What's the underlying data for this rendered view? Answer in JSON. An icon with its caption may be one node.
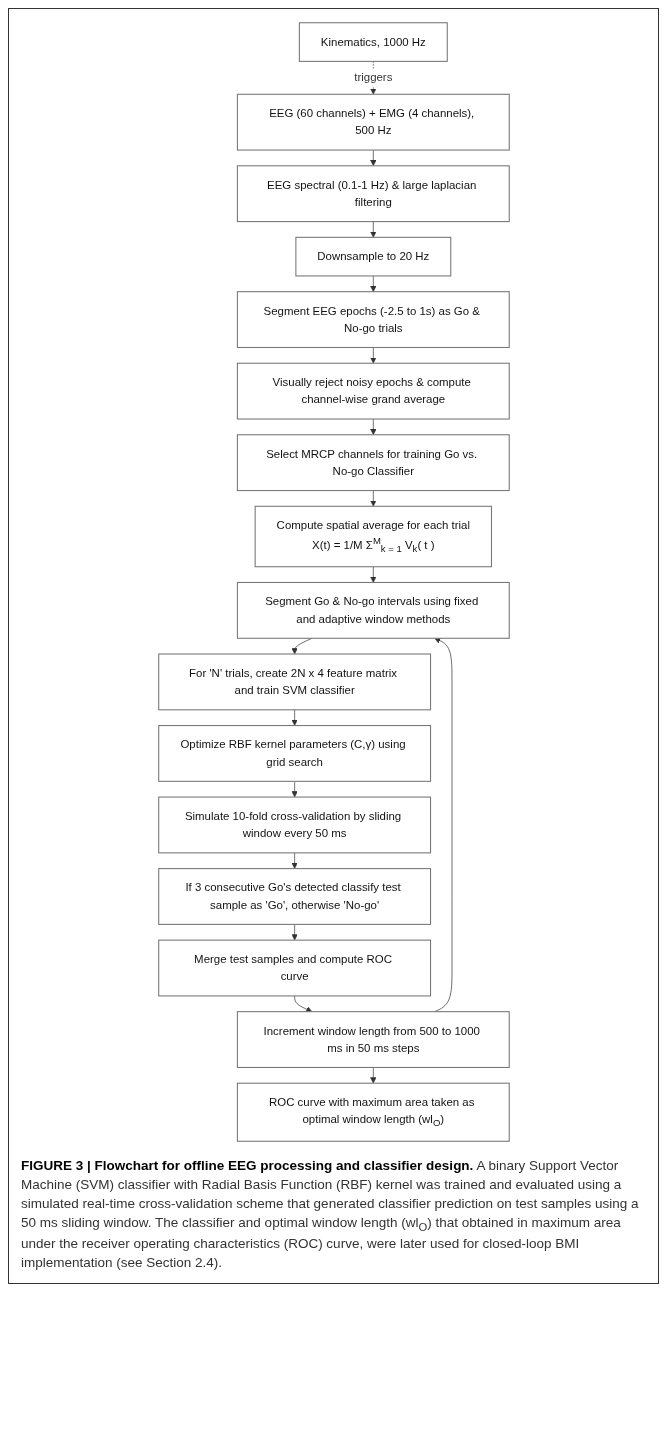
{
  "diagram": {
    "caption": "**FIGURE 3 | Flowchart for offline EEG processing and classifier design.** A binary Support Vector Machine (SVM) classifier with Radial Basis Function (RBF) kernel was trained and evaluated using a simulated real-time cross-validation scheme that generated classifier prediction on test samples using a 50 ms sliding window. The classifier and optimal window length (wl$_{O}$) that obtained in maximum area under the receiver operating characteristics (ROC) curve, were later used for closed-loop BMI implementation (see Section 2.4).",
    "nodes": [
      {
        "text": [
          "EEG (60 channels) + EMG (4 channels), 500 Hz"
        ]
      },
      {
        "text": [
          "Kinematics, 1000 Hz"
        ]
      },
      {
        "text": [
          "EEG spectral (0.1-1 Hz) & large laplacian filtering"
        ]
      },
      {
        "text": [
          "Downsample to 20 Hz"
        ]
      },
      {
        "text": [
          "Segment EEG epochs (-2.5 to 1s) as Go & No-go trials"
        ]
      },
      {
        "text": [
          "Visually reject noisy epochs & compute channel-wise grand average"
        ]
      },
      {
        "text": [
          "Select MRCP channels for training Go vs. No-go Classifier"
        ]
      },
      {
        "text": [
          "Compute spatial average for each trial",
          "X(t) = 1/M Σ$^{M}$$_{k = 1}$ V$_{k}$( t )"
        ]
      },
      {
        "text": [
          "Segment Go & No-go intervals using fixed and adaptive window methods"
        ]
      },
      {
        "text": [
          "For 'N' trials, create 2N x 4 feature matrix and train SVM classifier"
        ]
      },
      {
        "text": [
          "Optimize RBF kernel parameters (C,γ) using grid search"
        ]
      },
      {
        "text": [
          "Simulate 10-fold cross-validation by sliding window every 50 ms"
        ]
      },
      {
        "text": [
          "If 3 consecutive Go's detected classify test sample as 'Go', otherwise 'No-go'"
        ]
      },
      {
        "text": [
          "Merge test samples and compute ROC curve"
        ]
      },
      {
        "text": [
          "Increment window length from 500 to 1000 ms in 50 ms steps"
        ]
      },
      {
        "text": [
          "ROC curve with maximum area taken as optimal window length (wl$_{O}$)"
        ]
      }
    ],
    "edges": [
      {
        "from": 1,
        "to": 0,
        "arrow": "to",
        "label": "triggers",
        "style": "dashed"
      },
      {
        "from": 0,
        "to": 2,
        "arrow": "to"
      },
      {
        "from": 2,
        "to": 3,
        "arrow": "to"
      },
      {
        "from": 3,
        "to": 4,
        "arrow": "to"
      },
      {
        "from": 4,
        "to": 5,
        "arrow": "to"
      },
      {
        "from": 5,
        "to": 6,
        "arrow": "to"
      },
      {
        "from": 6,
        "to": 7,
        "arrow": "to"
      },
      {
        "from": 7,
        "to": 8,
        "arrow": "to"
      },
      {
        "from": 8,
        "to": 9,
        "arrow": "to"
      },
      {
        "from": 9,
        "to": 10,
        "arrow": "to"
      },
      {
        "from": 10,
        "to": 11,
        "arrow": "to"
      },
      {
        "from": 11,
        "to": 12,
        "arrow": "to"
      },
      {
        "from": 12,
        "to": 13,
        "arrow": "to"
      },
      {
        "from": 13,
        "to": 14,
        "arrow": "to"
      },
      {
        "from": 14,
        "to": 8,
        "arrow": "to"
      },
      {
        "from": 14,
        "to": 15,
        "arrow": "to"
      }
    ]
  }
}
